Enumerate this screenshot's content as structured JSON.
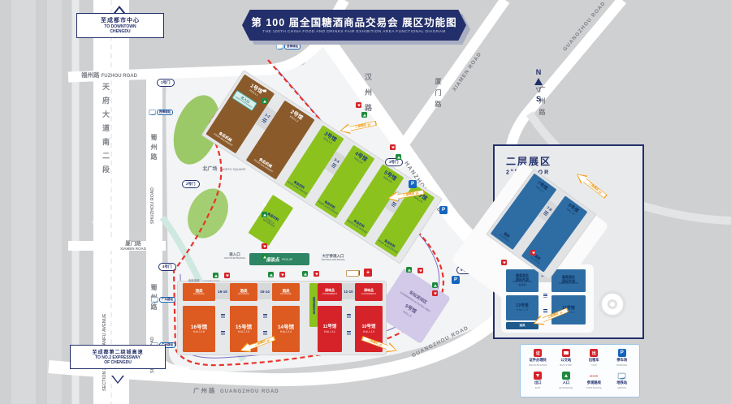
{
  "banner": {
    "zh": "第 100 届全国糖酒商品交易会  展区功能图",
    "en": "THE 100TH CHINA FOOD AND DRINKS FAIR  EXHIBITION AREA FUNCTIONAL DIAGRAM"
  },
  "signs": {
    "downtown_zh": "至成都市中心",
    "downtown_en1": "TO DOWNTOWN",
    "downtown_en2": "CHENGDU",
    "expwy_zh": "至成都第二绕城高速",
    "expwy_en1": "TO NO.2 EXPRESSWAY",
    "expwy_en2": "OF CHENGDU"
  },
  "roads": {
    "fuzhou_zh": "福州路",
    "fuzhou_en": "FUZHOU ROAD",
    "tianfu_zh": "天府大道南二段",
    "tianfu_en": "SECTION 2 SOUTH TIANFU AVENUE",
    "shuzhou_zh": "蜀州路",
    "shuzhou_en": "SHUZHOU ROAD",
    "xiamen_zh": "厦门路",
    "xiamen_en": "XIAMEN ROAD",
    "hanzhou_zh": "汉州路",
    "hanzhou_en": "HANZHOU ROAD",
    "guangzhou_zh": "广州路",
    "guangzhou_en": "GUANGZHOU ROAD"
  },
  "compass": {
    "n": "N",
    "s": "S"
  },
  "halls": {
    "h1": {
      "no": "1号馆",
      "code": "HALL1",
      "cat": "食品机械",
      "cat_en": "FOOD MACHINERY"
    },
    "h2": {
      "no": "2号馆",
      "code": "HALL2",
      "cat": "食品机械",
      "cat_en": "FOOD MACHINERY"
    },
    "h3": {
      "no": "3号馆",
      "code": "HALL3",
      "cat": "食品饮料",
      "cat_en": "FOOD & BEVERAGE"
    },
    "h4": {
      "no": "4号馆",
      "code": "HALL4",
      "cat": "食品饮料",
      "cat_en": "FOOD & BEVERAGE"
    },
    "h5": {
      "no": "5号馆",
      "code": "HALL5",
      "cat": "食品饮料",
      "cat_en": "FOOD & BEVERAGE"
    },
    "h6": {
      "no": "6号馆",
      "code": "HALL6",
      "cat": "食品饮料",
      "cat_en": "FOOD & BEVERAGE"
    },
    "h7": {
      "no": "7号馆",
      "code": "HALL7",
      "cat": "酒类",
      "cat_en": "ALCOHOL"
    },
    "h8": {
      "no": "8号馆",
      "code": "HALL8",
      "cat": "酒类",
      "cat_en": "ALCOHOL"
    },
    "h9": {
      "no": "9号馆",
      "code": "HALL9"
    },
    "h10": {
      "no": "10号馆",
      "code": "HALL10",
      "cat": "调味品",
      "cat_en": "CONDIMENT"
    },
    "h11": {
      "no": "11号馆",
      "code": "HALL11",
      "cat": "调味品",
      "cat_en": "CONDIMENT"
    },
    "h12": {
      "no": "12号馆",
      "code": "HALL12",
      "cat1": "葡萄酒及",
      "cat2": "国际烈酒",
      "cat_en": "WINE AND LIQUOR"
    },
    "h13": {
      "no": "13号馆",
      "code": "HALL13",
      "cat1": "葡萄酒及",
      "cat2": "国际烈酒",
      "cat_en": "WINE AND LIQUOR",
      "extra": "(含酒具)",
      "foot": "酒具"
    },
    "h14": {
      "no": "14号馆",
      "code": "HALL14",
      "cat": "酒类",
      "cat_en": "ALCOHOL"
    },
    "h15": {
      "no": "15号馆",
      "code": "HALL15",
      "cat": "酒类",
      "cat_en": "ALCOHOL"
    },
    "h16": {
      "no": "16号馆",
      "code": "HALL16",
      "cat": "酒类",
      "cat_en": "ALCOHOL"
    },
    "strip1": "葡萄酒",
    "strip2": "国际烈酒"
  },
  "connectors": {
    "c12": "1-2",
    "c34": "3-4",
    "c56": "5-6",
    "c78": "7-8",
    "c1312": "13-12",
    "c1615": "16-15",
    "c1514": "15-14",
    "c1110": "11-10"
  },
  "areas": {
    "north_square": "北广场",
    "north_square_en": "NORTH SQUARE",
    "north_entrance": "北入口",
    "north_entrance_en": "NORTH ENTRANCE",
    "south_entrance": "南入口",
    "south_entrance_en": "SOUTH ENTRANCE",
    "central_entrance": "大厅参观入口",
    "central_entrance_en": "CENTRAL ENTRANCE",
    "connection": "会展连廊",
    "connection_en": "CONNECTION",
    "pickup": "接驳点",
    "pickup_en": "PICK-UP",
    "forum": "论坛活动区",
    "forum_en": "CONFERENCE ACTIVITIES AREA"
  },
  "floor2": {
    "title_zh": "二层展区",
    "num": "2",
    "sup": "ND",
    "rest": " FLOOR"
  },
  "gates": {
    "g1": "1号门",
    "g2": "2号门",
    "g3": "3号门",
    "g4": "4号门",
    "g5": "5号门"
  },
  "metro": {
    "xibocheng": "西博城站",
    "guangzhoulu": "广州路站"
  },
  "arrow": {
    "zh": "二层展区",
    "en": "2F"
  },
  "icons": {
    "parking": "P",
    "taxi": "出",
    "badge": "证",
    "cross": "+",
    "compass_down": "▽"
  },
  "legend": {
    "items": [
      {
        "zh": "证件办理处",
        "en": "REGISTRATION"
      },
      {
        "zh": "公交站",
        "en": "BUS STOP"
      },
      {
        "zh": "出租车",
        "en": "TAXI"
      },
      {
        "zh": "停车场",
        "en": "PARKING"
      },
      {
        "zh": "出口",
        "en": "EXIT"
      },
      {
        "zh": "入口",
        "en": "ENTRANCE"
      },
      {
        "zh": "参观路线",
        "en": "VISIT ROUTE"
      },
      {
        "zh": "地铁站",
        "en": "METRO"
      }
    ]
  },
  "colors": {
    "navy": "#232f6a",
    "route": "#e8332b",
    "brown": "#8a5a2b",
    "green": "#8cc21e",
    "orange": "#dd5a21",
    "red": "#d6232a",
    "blue": "#2e6da4"
  }
}
